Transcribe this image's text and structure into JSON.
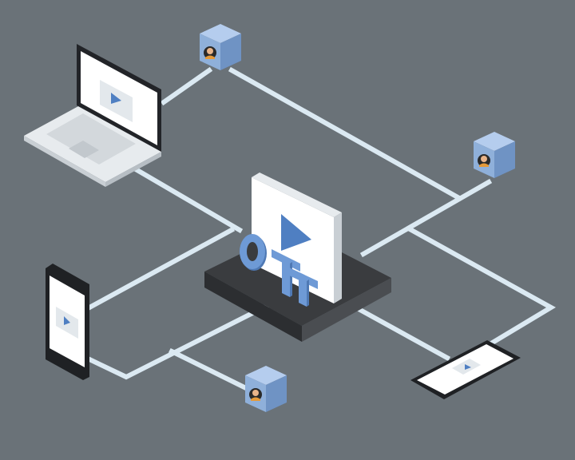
{
  "scene": {
    "background": "#6a7278",
    "connector_color": "#dbe9f2",
    "cube_front": "#8fb0da",
    "cube_top": "#b5cdee",
    "cube_side": "#6f93c4",
    "platform_top": "#3a3c3f",
    "platform_front": "#2c2e31",
    "platform_side": "#4a4d51",
    "screen_color": "#ffffff",
    "play_color": "#4f7fc2",
    "letter_color": "#6e9ad6",
    "letter_shade": "#4f79b4"
  },
  "hub": {
    "brand_letters": [
      "O",
      "T",
      "T"
    ]
  },
  "nodes": [
    {
      "name": "laptop",
      "icon": "laptop-icon"
    },
    {
      "name": "smartphone",
      "icon": "smartphone-icon"
    },
    {
      "name": "tablet",
      "icon": "tablet-icon"
    },
    {
      "name": "user-top",
      "icon": "user-avatar-icon"
    },
    {
      "name": "user-right",
      "icon": "user-avatar-icon"
    },
    {
      "name": "user-bottom",
      "icon": "user-avatar-icon"
    }
  ]
}
